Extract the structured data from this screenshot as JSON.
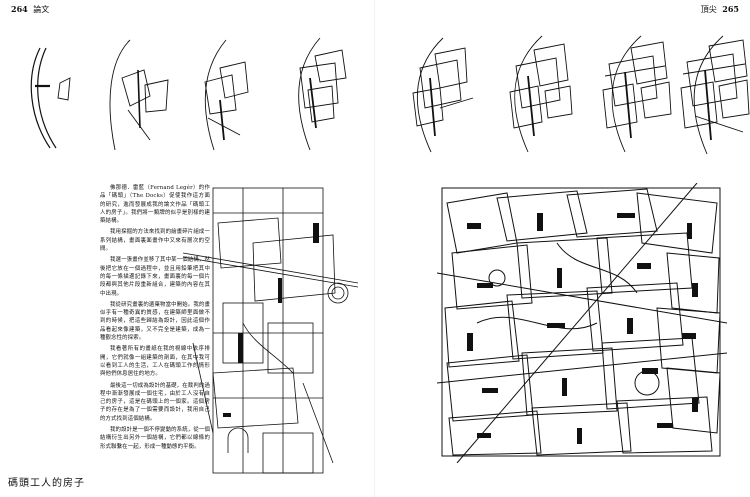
{
  "header": {
    "left_page_number": "264",
    "left_section": "論文",
    "right_section": "頂尖",
    "right_page_number": "265"
  },
  "body_paragraphs": [
    "佛那德．雷藍（Fernand Legér）的作品「碼頭」（The Docks）促使我作這方面的研究，進而發展成我的論文作品「碼頭工人的房子」。我們將一類牌的似乎是別樣的建築結構。",
    "我用探掘的方法來找到的繪畫碎片組成一系列結構，畫面裏面畫作中又來有層次的空間。",
    "我選一張畫作並移了其中某一個結構，然後把它放在一個過程中，並且用鉛筆把其中的每一條描邊記錄下來，畫面裏的每一個片段都與其他片段重新組合，建築的內容在其中出現。",
    "我從研究畫裏的遺棄物當中開始。我的畫似乎有一種奇異的質感，在建築師里面做不到的時候，把這些歸結為設計，因此這個作品看起來像建築，又不完全是建築，成為一種觀念性的探索。",
    "我看著所有的畫紙在我的視線中依序排開，它們就像一組建築的剖面，在其中我可以看到工人的生活，工人在碼頭工作的情形與他們休息居住的地方。",
    "最後這一切成為設計的基礎，在裁判的過程中漸漸發展成一個住宅，由於工人沒有自己的房子，這是在碼頭上的一個家。這個房子的存在是為了一個需要而設計，我用自己的方式找到這個結構。",
    "我的設計是一個不停變動的系統，從一個結構衍生出另外一個結構，它們都以線條的形式聯繫在一起，形成一種動態的平衡。"
  ],
  "caption": "碼頭工人的房子"
}
